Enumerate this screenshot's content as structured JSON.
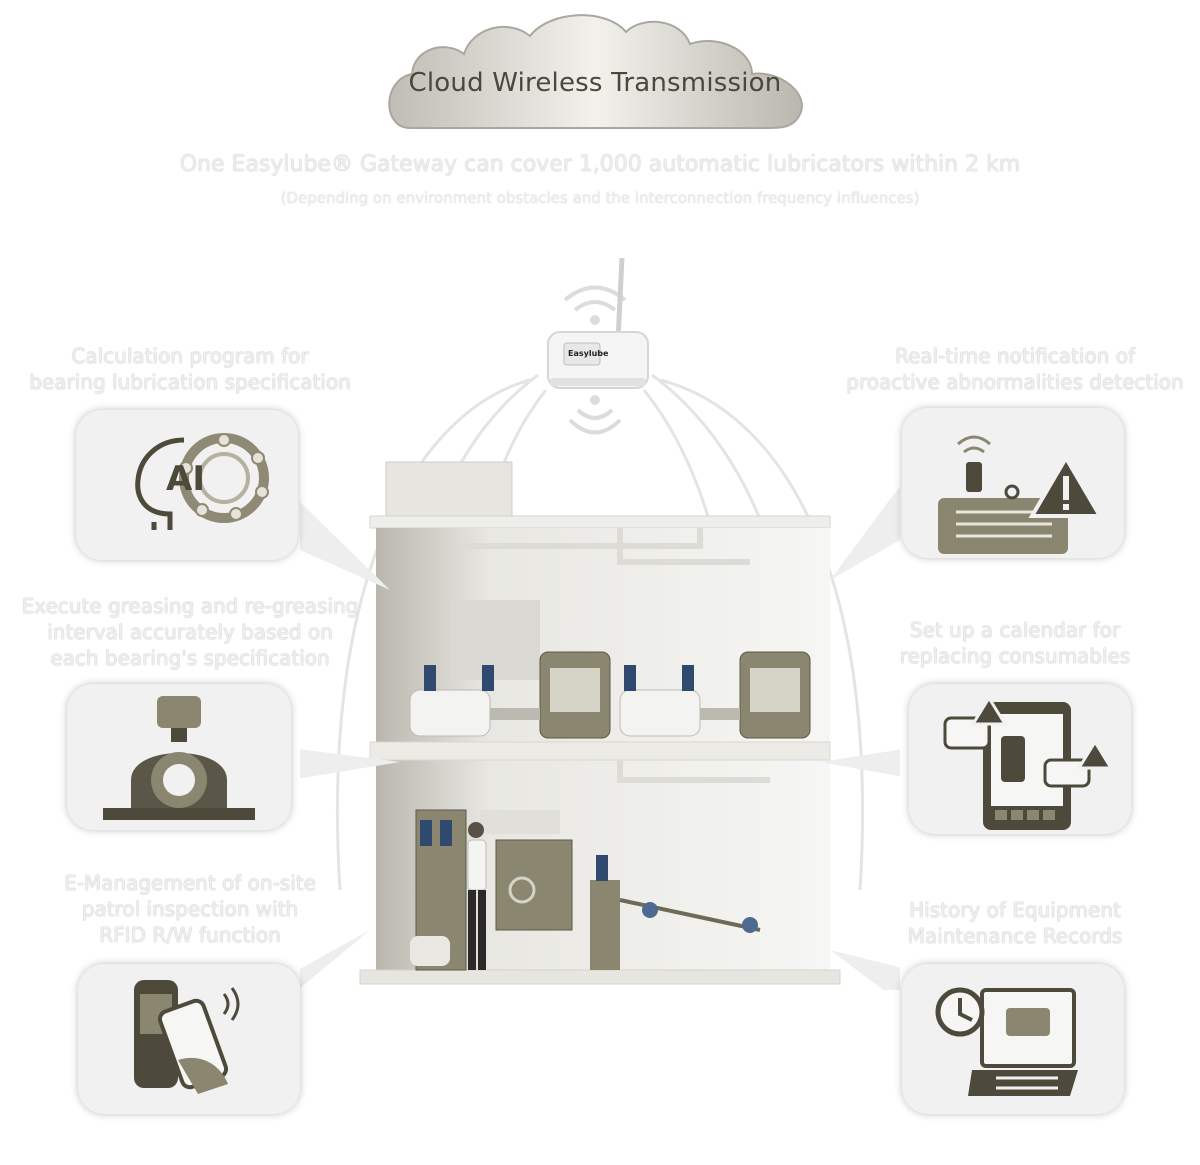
{
  "header": {
    "cloud_title": "Cloud Wireless Transmission",
    "coverage": "One Easylube® Gateway can cover 1,000 automatic lubricators within 2 km",
    "coverage_note": "(Depending on environment obstacles and the interconnection frequency influences)"
  },
  "gateway": {
    "brand": "Easylube"
  },
  "features": {
    "bearing_calc": {
      "lines": [
        "Calculation program for",
        "bearing lubrication specification"
      ],
      "icon": "ai-bearing-icon"
    },
    "greasing_interval": {
      "lines": [
        "Execute greasing and re-greasing",
        "interval accurately based on",
        "each bearing's specification"
      ],
      "icon": "pillow-block-bearing-icon"
    },
    "rfid_patrol": {
      "lines": [
        "E-Management of on-site",
        "patrol inspection with",
        "RFID R/W function"
      ],
      "icon": "rfid-phone-icon"
    },
    "realtime_alert": {
      "lines": [
        "Real-time notification of",
        "proactive abnormalities detection"
      ],
      "icon": "motor-warning-icon"
    },
    "consumables_calendar": {
      "lines": [
        "Set up a calendar for",
        "replacing consumables"
      ],
      "icon": "tablet-calendar-icon"
    },
    "maintenance_history": {
      "lines": [
        "History of Equipment",
        "Maintenance Records"
      ],
      "icon": "clock-records-icon"
    }
  },
  "icon_labels": {
    "ai": "AI"
  },
  "colors": {
    "accent_dark": "#4d4a3c",
    "olive": "#8a8670",
    "light_bg": "#f1f1f1",
    "cloud": "#d7d6d0"
  }
}
